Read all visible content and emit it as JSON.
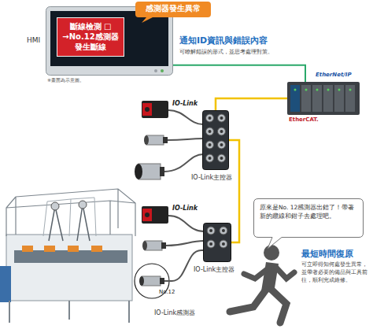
{
  "diagram": {
    "nodes": [
      {
        "text": [
          "HMI"
        ]
      },
      {
        "text": [
          "斷線檢測 □ →No.12感測器 發生斷線"
        ],
        "in": 0
      },
      {
        "text": [
          "感測器發生異常"
        ]
      },
      {
        "text": [
          "EtherNet/IP",
          "EtherCAT."
        ]
      },
      {
        "text": [
          "IO-Link主控器"
        ]
      },
      {
        "text": [
          "IO-Link主控器"
        ]
      },
      {
        "text": [
          "No.12",
          "IO-Link感測器"
        ]
      },
      {
        "text": [
          "原來是No. 12感測器出錯了！帶著新的纜線和鉗子去處理吧。"
        ]
      }
    ],
    "edges": [
      {
        "from": 3,
        "to": 0,
        "arrow": "none"
      },
      {
        "from": 4,
        "to": 3,
        "arrow": "none"
      },
      {
        "from": 5,
        "to": 4,
        "arrow": "none"
      },
      {
        "from": 6,
        "to": 5,
        "arrow": "none"
      }
    ],
    "labels": [
      "※畫面為示意圖。",
      "通知ID資訊與錯誤內容",
      "可瞭解錯誤的形式，並思考處理對策。",
      "IO-Link",
      "IO-Link",
      "最短時間復原",
      "可立即得知何處發生異常，並帶著必要的備品與工具前往，順利完成維修。"
    ]
  }
}
